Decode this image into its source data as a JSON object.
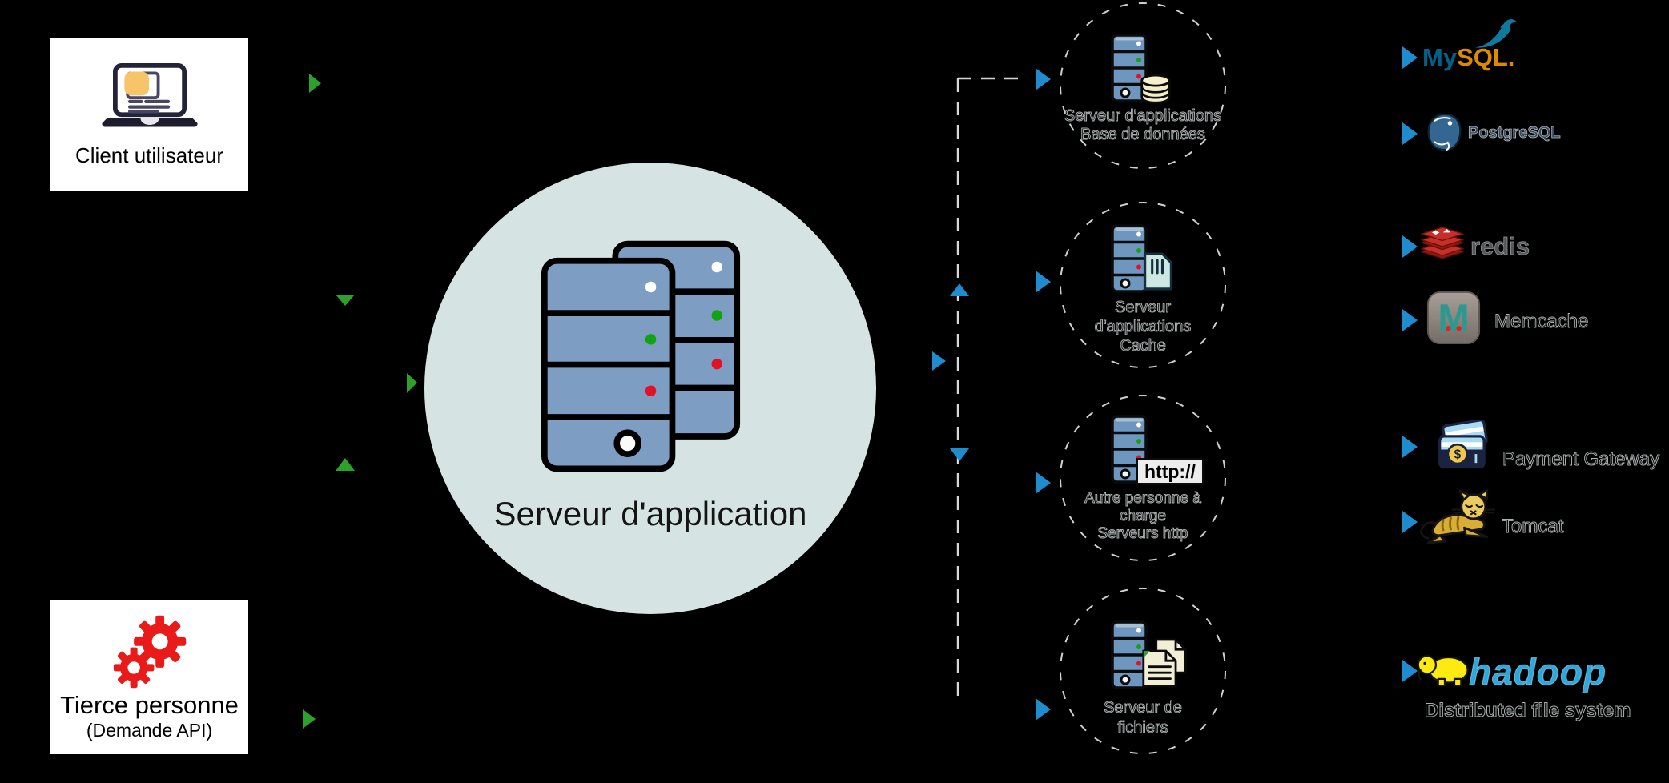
{
  "diagram": {
    "client": {
      "label": "Client utilisateur"
    },
    "third_party": {
      "label": "Tierce personne",
      "sublabel": "(Demande API)"
    },
    "app_server": {
      "label": "Serveur d'application"
    },
    "nodes": {
      "db": {
        "line1": "Serveur d'applications",
        "line2": "Base de données"
      },
      "cache": {
        "line1": "Serveur",
        "line2": "d'applications",
        "line3": "Cache"
      },
      "http": {
        "badge": "http://",
        "line1": "Autre personne à",
        "line2": "charge",
        "line3": "Serveurs http"
      },
      "files": {
        "line1": "Serveur de",
        "line2": "fichiers"
      }
    },
    "tech": {
      "mysql": {
        "part1": "My",
        "part2": "SQL."
      },
      "postgresql": {
        "label": "PostgreSQL"
      },
      "redis": {
        "label": "redis"
      },
      "memcache": {
        "label": "Memcache",
        "icon_letter": "M"
      },
      "payment": {
        "label": "Payment Gateway",
        "icon_symbol": "$"
      },
      "tomcat": {
        "label": "Tomcat"
      },
      "hadoop": {
        "label": "hadoop",
        "sublabel": "Distributed file system"
      }
    },
    "colors": {
      "background": "#000000",
      "arrow_green": "#2BA32B",
      "arrow_blue": "#1E8CCE",
      "app_circle_fill": "#D5E4E2",
      "server_fill": "#7E9DC2",
      "mysql_blue": "#00618A",
      "mysql_orange": "#DE8A00",
      "redis_red": "#C6302B",
      "hadoop_blue": "#2AA9E1",
      "postgres_blue": "#336791",
      "tomcat_yellow": "#D9AE35",
      "gear_red": "#E81A1A"
    }
  }
}
